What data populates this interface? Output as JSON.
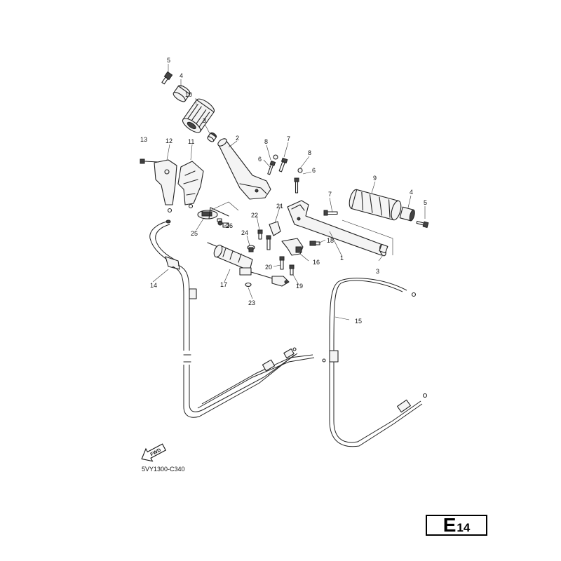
{
  "drawing_code": "5VY1300-C340",
  "page_code": {
    "letter": "E",
    "number": "14"
  },
  "fwd_label": "FWD",
  "callouts": [
    "1",
    "2",
    "3",
    "3",
    "4",
    "4",
    "5",
    "5",
    "6",
    "6",
    "7",
    "7",
    "8",
    "8",
    "9",
    "10",
    "11",
    "12",
    "13",
    "14",
    "15",
    "16",
    "17",
    "18",
    "19",
    "20",
    "21",
    "22",
    "23",
    "24",
    "25",
    "26"
  ]
}
